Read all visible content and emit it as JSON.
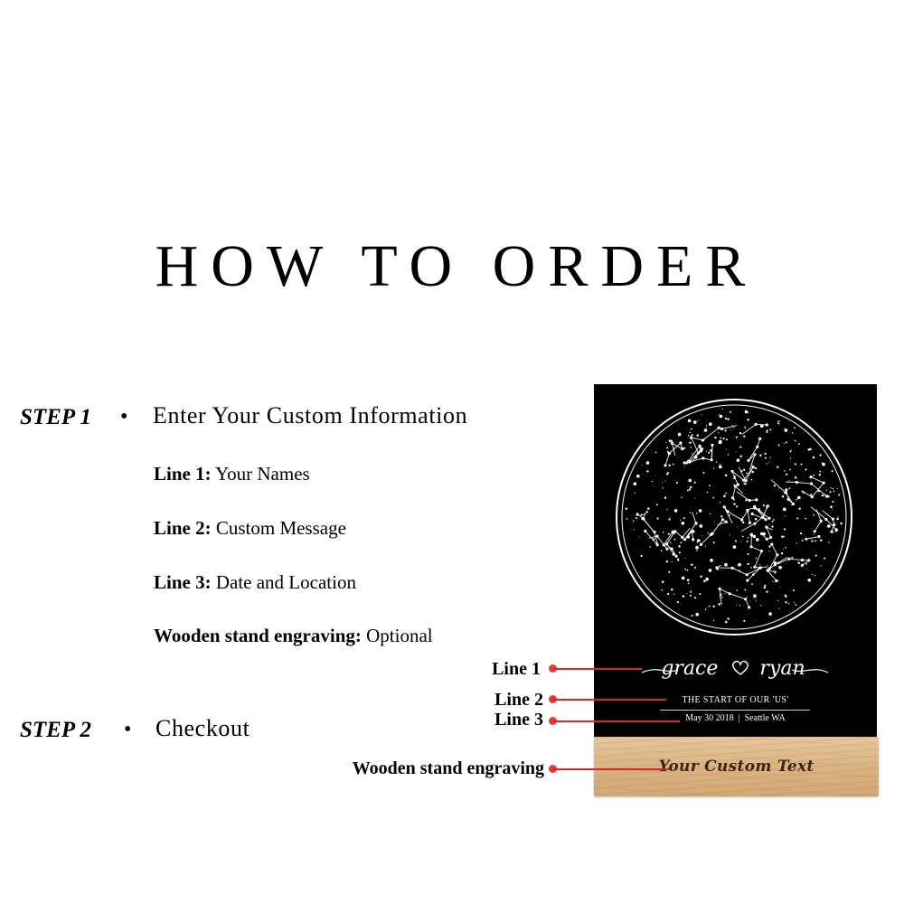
{
  "title": "HOW TO ORDER",
  "step1": {
    "label": "STEP 1",
    "bullet": "•",
    "text": "Enter Your Custom Information",
    "items": [
      {
        "key": "Line 1:",
        "value": " Your Names"
      },
      {
        "key": "Line 2:",
        "value": " Custom Message"
      },
      {
        "key": "Line 3:",
        "value": " Date and Location"
      },
      {
        "key": "Wooden stand engraving:",
        "value": " Optional"
      }
    ]
  },
  "step2": {
    "label": "STEP 2",
    "bullet": "•",
    "text": "Checkout"
  },
  "callouts": {
    "line1": "Line 1",
    "line2": "Line 2",
    "line3": "Line 3",
    "stand": "Wooden stand engraving"
  },
  "product": {
    "names_left": "grace",
    "names_right": "ryan",
    "message": "THE START OF OUR 'US'",
    "date": "May 30 2018",
    "separator": "|",
    "location": "Seattle WA",
    "stand_text": "Your Custom Text"
  },
  "colors": {
    "callout_red": "#e8383a",
    "product_black": "#000000",
    "wood": "#dcb685"
  },
  "icons": {
    "heart": "heart-icon",
    "star_map": "star-map-illustration"
  }
}
